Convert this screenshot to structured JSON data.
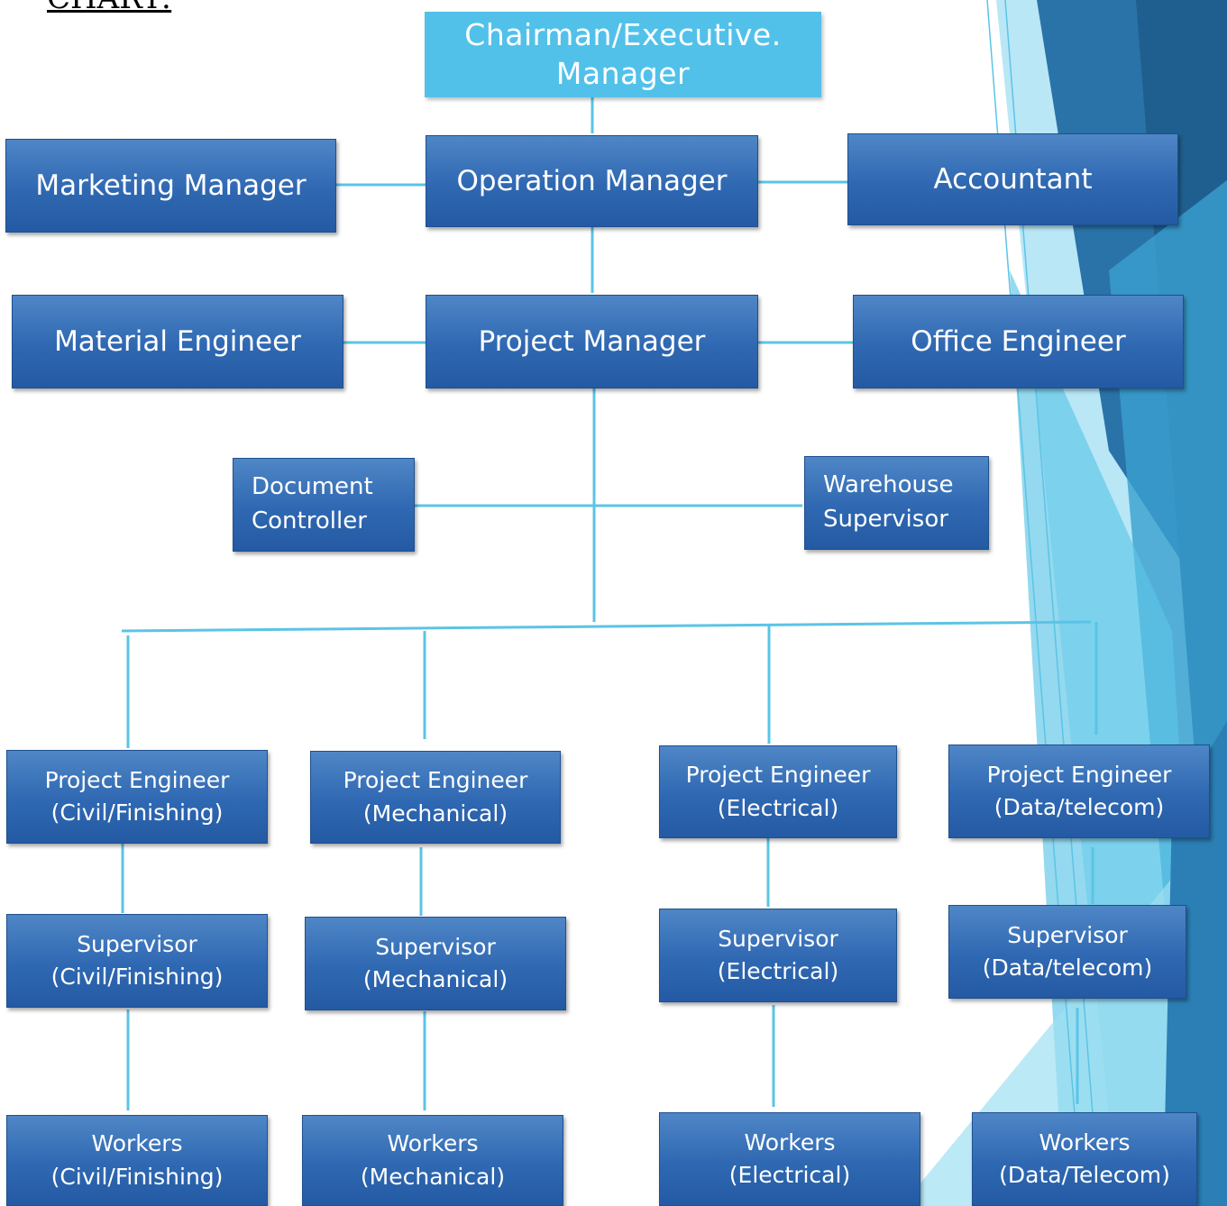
{
  "header": {
    "title": "CHART:"
  },
  "theme": {
    "box_fill": "#2f68b2",
    "connector": "#5bc4e6",
    "top_fill": "#52c1ea",
    "accent_dark": "#1f5f8f"
  },
  "nodes": {
    "chairman": "Chairman/Executive.\nManager",
    "marketing": "Marketing Manager",
    "operation": "Operation Manager",
    "accountant": "Accountant",
    "material": "Material Engineer",
    "project_manager": "Project Manager",
    "office": "Office Engineer",
    "document": "Document\nController",
    "warehouse": "Warehouse\nSupervisor",
    "pe_civil": "Project Engineer\n(Civil/Finishing)",
    "pe_mech": "Project Engineer\n(Mechanical)",
    "pe_elec": "Project Engineer\n(Electrical)",
    "pe_data": "Project Engineer\n(Data/telecom)",
    "sup_civil": "Supervisor\n(Civil/Finishing)",
    "sup_mech": "Supervisor\n(Mechanical)",
    "sup_elec": "Supervisor\n(Electrical)",
    "sup_data": "Supervisor\n(Data/telecom)",
    "wk_civil": "Workers\n(Civil/Finishing)",
    "wk_mech": "Workers\n(Mechanical)",
    "wk_elec": "Workers\n(Electrical)",
    "wk_data": "Workers\n(Data/Telecom)"
  }
}
